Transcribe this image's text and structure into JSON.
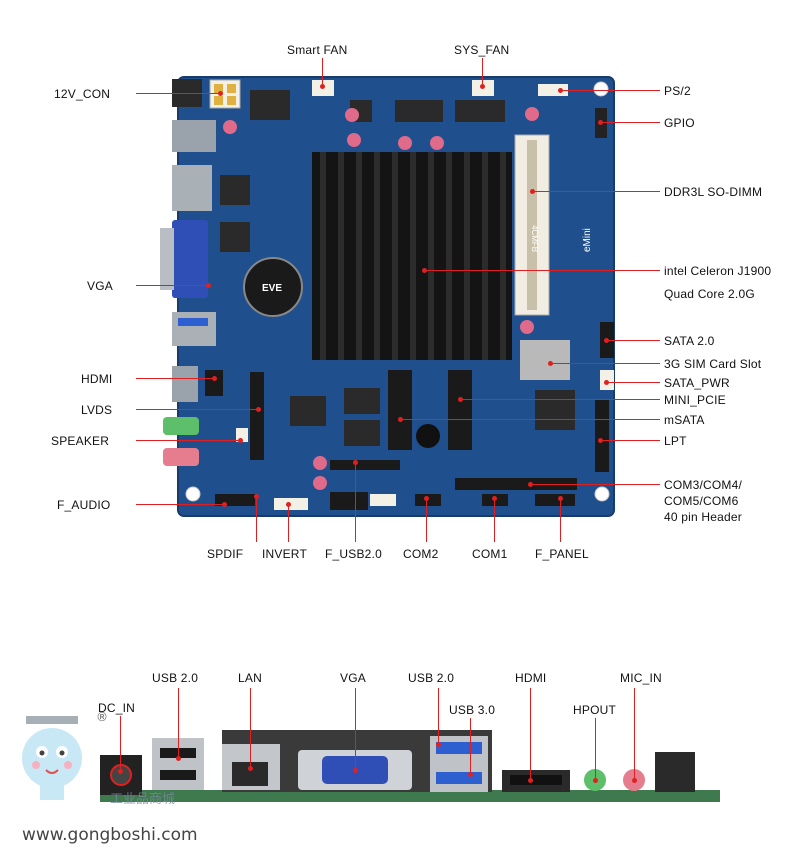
{
  "colors": {
    "accent": "#e02020",
    "board": "#1f4f8c",
    "heatsink": "#141414"
  },
  "top_diagram": {
    "labels_left": {
      "con_12v": "12V_CON",
      "vga": "VGA",
      "hdmi": "HDMI",
      "lvds": "LVDS",
      "speaker": "SPEAKER",
      "f_audio": "F_AUDIO"
    },
    "labels_top": {
      "smart_fan": "Smart FAN",
      "sys_fan": "SYS_FAN"
    },
    "labels_right": {
      "ps2": "PS/2",
      "gpio": "GPIO",
      "ddr3l": "DDR3L SO-DIMM",
      "cpu_line1": "intel Celeron J1900",
      "cpu_line2": "Quad Core 2.0G",
      "sata": "SATA 2.0",
      "sim": "3G SIM Card Slot",
      "sata_pwr": "SATA_PWR",
      "mini_pcie": "MINI_PCIE",
      "msata": "mSATA",
      "lpt": "LPT",
      "com_line1": "COM3/COM4/",
      "com_line2": "COM5/COM6",
      "com_line3": "40 pin Header"
    },
    "labels_bottom": {
      "spdif": "SPDIF",
      "invert": "INVERT",
      "f_usb": "F_USB2.0",
      "com2": "COM2",
      "com1": "COM1",
      "f_panel": "F_PANEL"
    },
    "board_text": {
      "ram_label": "4CMFB",
      "brand": "eMini",
      "battery": "EVE"
    }
  },
  "bottom_diagram": {
    "labels": {
      "dc_in": "DC_IN",
      "usb20_left": "USB 2.0",
      "lan": "LAN",
      "vga": "VGA",
      "usb20_right": "USB 2.0",
      "usb30": "USB 3.0",
      "hdmi": "HDMI",
      "hpout": "HPOUT",
      "mic_in": "MIC_IN"
    }
  },
  "watermark": {
    "site": "www.gongboshi.com",
    "brand": "工业品商城",
    "registered": "®"
  }
}
